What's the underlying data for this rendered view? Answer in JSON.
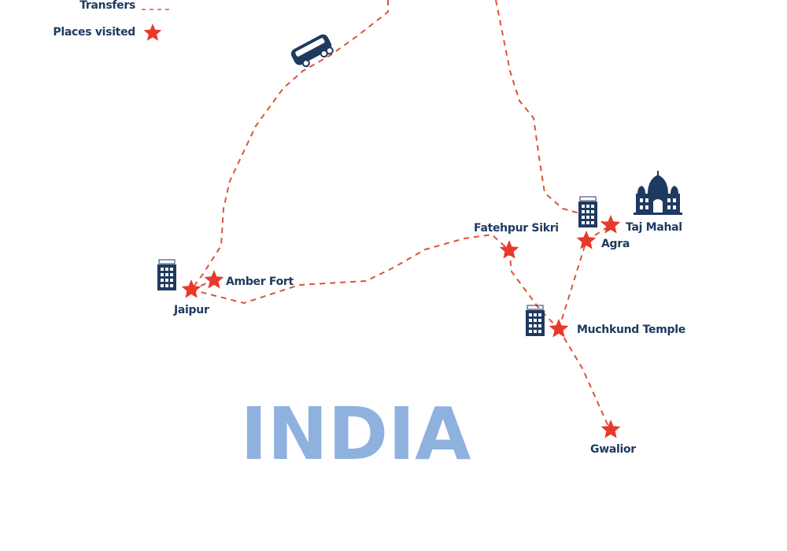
{
  "legend": {
    "transfers_label": "Transfers",
    "places_label": "Places visited"
  },
  "country_label": "INDIA",
  "places": [
    {
      "id": "jaipur",
      "name": "Jaipur"
    },
    {
      "id": "amber",
      "name": "Amber Fort"
    },
    {
      "id": "fatehpur",
      "name": "Fatehpur Sikri"
    },
    {
      "id": "agra",
      "name": "Agra"
    },
    {
      "id": "taj",
      "name": "Taj Mahal"
    },
    {
      "id": "muchkund",
      "name": "Muchkund Temple"
    },
    {
      "id": "gwalior",
      "name": "Gwalior"
    }
  ],
  "icons": [
    "bus-icon",
    "hotel-icon",
    "taj-mahal-icon",
    "star-icon"
  ],
  "colors": {
    "text": "#1f3a60",
    "star": "#e8392b",
    "route": "#d9543a",
    "country": "#8fb1de"
  }
}
